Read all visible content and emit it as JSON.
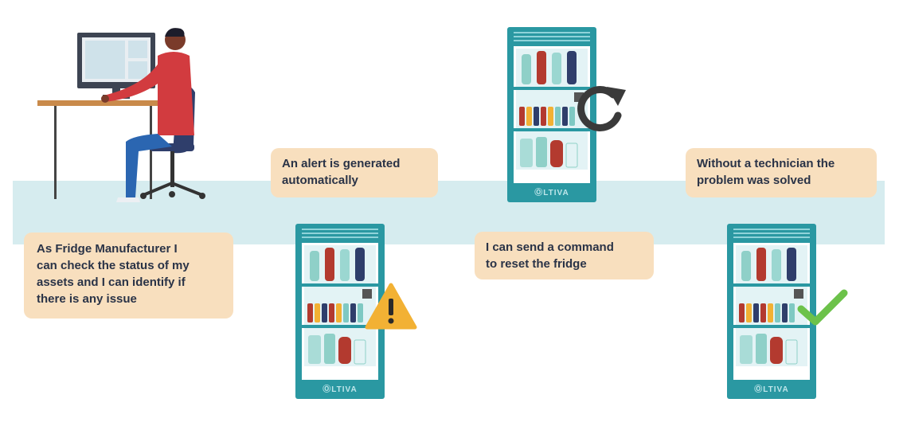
{
  "callouts": {
    "manufacturer": [
      "As Fridge Manufacturer I",
      "can check the status of my",
      "assets and I can identify if",
      "there is any issue"
    ],
    "alert": [
      "An alert is generated",
      "automatically"
    ],
    "command": [
      "I can send a command",
      "to reset the fridge"
    ],
    "solved": [
      "Without a technician the",
      "problem was solved"
    ]
  },
  "brand": "ⓄLTIVA",
  "colors": {
    "band": "#d6ecef",
    "callout_bg": "#f8dfbe",
    "callout_text": "#2a3347",
    "fridge_body": "#2a98a2",
    "warning": "#f2b134",
    "check": "#6cc24a",
    "reset": "#3a3a3a"
  },
  "icons": [
    "person-at-desk-icon",
    "warning-icon",
    "reset-icon",
    "check-icon"
  ]
}
